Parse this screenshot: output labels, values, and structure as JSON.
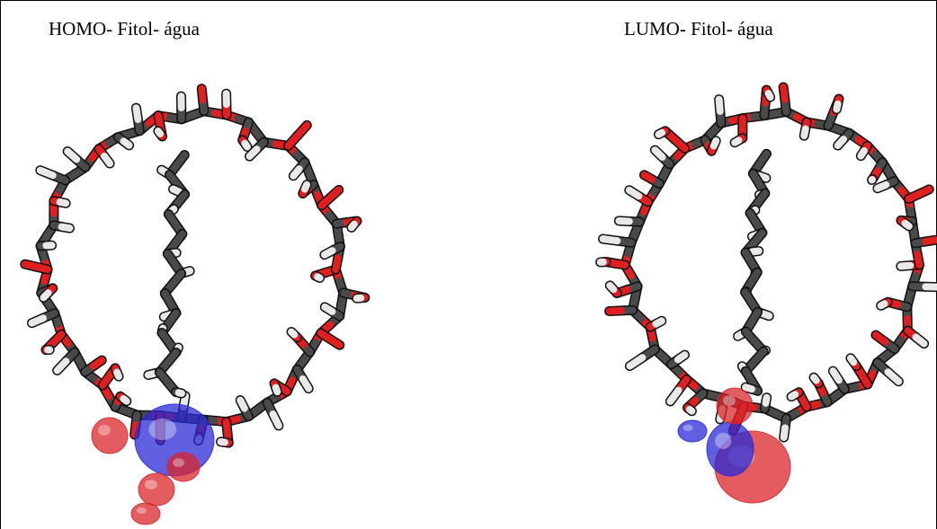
{
  "figure": {
    "panels": [
      {
        "caption": "HOMO- Fitol- água",
        "orbital": "HOMO",
        "lobe_colors": [
          "#d9252b",
          "#2a2ad6"
        ]
      },
      {
        "caption": "LUMO- Fitol- água",
        "orbital": "LUMO",
        "lobe_colors": [
          "#d9252b",
          "#2a2ad6"
        ]
      }
    ],
    "atom_colors": {
      "carbon": "#4a4a4a",
      "oxygen": "#e02020",
      "hydrogen": "#e8e8e8",
      "nitrogen": "#2430d0"
    }
  }
}
